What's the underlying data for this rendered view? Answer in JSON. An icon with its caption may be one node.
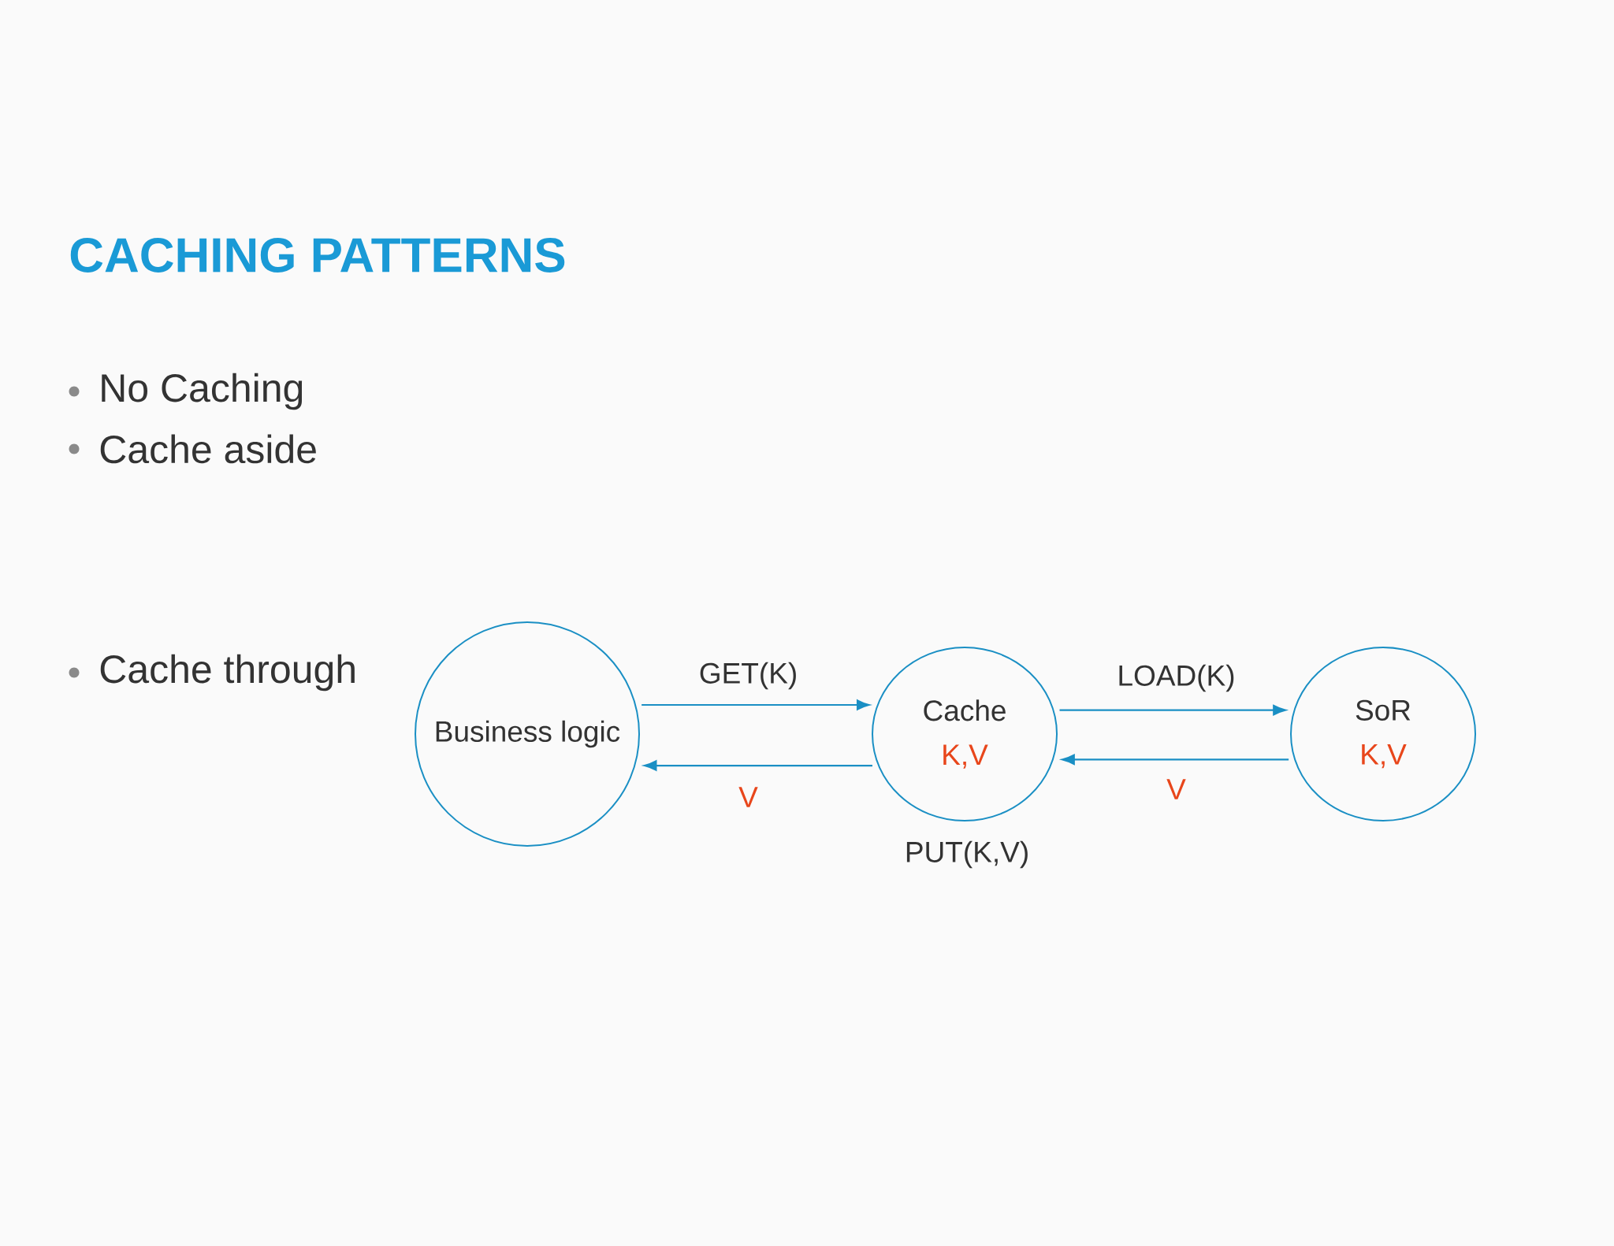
{
  "diagram": {
    "title": "CACHING PATTERNS",
    "nodes": [
      {
        "text": [
          "Business logic"
        ]
      },
      {
        "text": [
          "Cache",
          "K,V"
        ],
        "beside": [
          "PUT(K,V)"
        ]
      },
      {
        "text": [
          "SoR",
          "K,V"
        ]
      }
    ],
    "edges": [
      {
        "from": 0,
        "to": 1,
        "arrow": "to",
        "label": "GET(K)"
      },
      {
        "from": 1,
        "to": 0,
        "arrow": "to",
        "label": "V"
      },
      {
        "from": 1,
        "to": 2,
        "arrow": "to",
        "label": "LOAD(K)"
      },
      {
        "from": 2,
        "to": 1,
        "arrow": "to",
        "label": "V"
      }
    ],
    "labels": [
      "No Caching",
      "Cache aside",
      "Cache through"
    ]
  }
}
